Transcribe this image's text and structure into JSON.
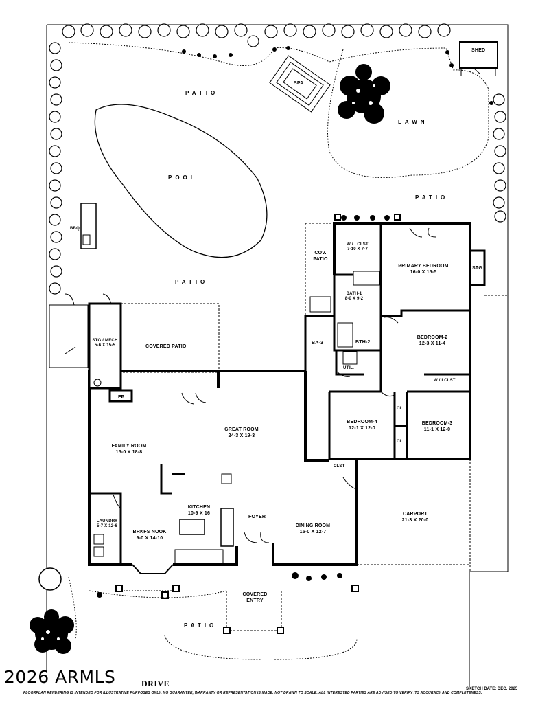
{
  "plan": {
    "labels": {
      "patio_top": "PATIO",
      "pool": "POOL",
      "spa": "SPA",
      "shed": "SHED",
      "lawn": "LAWN",
      "patio_right": "PATIO",
      "patio_mid": "PATIO",
      "bbq": "BBQ",
      "cov_patio": "COV. PATIO",
      "stg_right": "STG",
      "stg_mech": "STG / MECH",
      "stg_mech_dim": "5-6 X 15-5",
      "covered_patio": "COVERED PATIO",
      "wic1": "W / I CLST",
      "wic1_dim": "7-10 X 7-7",
      "primary_bedroom": "PRIMARY BEDROOM",
      "primary_bedroom_dim": "16-0 X 15-5",
      "bath1": "BATH-1",
      "bath1_dim": "8-0 X 9-2",
      "ba3": "BA-3",
      "bth2": "BTH-2",
      "util": "UTIL.",
      "bedroom2": "BEDROOM-2",
      "bedroom2_dim": "12-3 X 11-4",
      "wic2": "W / I CLST",
      "fp": "FP",
      "bedroom4": "BEDROOM-4",
      "bedroom4_dim": "12-1 X 12-0",
      "bedroom3": "BEDROOM-3",
      "bedroom3_dim": "11-1 X 12-0",
      "cl_a": "CL",
      "cl_b": "CL",
      "clst": "CLST",
      "great_room": "GREAT ROOM",
      "great_room_dim": "24-3 X 19-3",
      "family_room": "FAMILY ROOM",
      "family_room_dim": "15-0 X 18-8",
      "kitchen": "KITCHEN",
      "kitchen_dim": "10-9 X 16",
      "laundry": "LAUNDRY",
      "laundry_dim": "5-7 X 12-6",
      "brkfs_nook": "BRKFS NOOK",
      "brkfs_nook_dim": "9-0 X 14-10",
      "foyer": "FOYER",
      "dining_room": "DINING ROOM",
      "dining_room_dim": "15-0 X 12-7",
      "carport": "CARPORT",
      "carport_dim": "21-3 X 20-0",
      "covered_entry": "COVERED ENTRY",
      "patio_bottom": "PATIO"
    }
  },
  "footer": {
    "copyright": "2026 ARMLS",
    "address": "DRIVE",
    "disclaimer": "FLOORPLAN RENDERING IS INTENDED FOR ILLUSTRATIVE PURPOSES ONLY. NO GUARANTEE, WARRANTY OR REPRESENTATION IS MADE. NOT DRAWN TO SCALE. ALL INTERESTED PARTIES ARE ADVISED TO VERIFY ITS ACCURACY AND COMPLETENESS.",
    "sketch_date": "SKETCH DATE:  DEC. 2025"
  }
}
